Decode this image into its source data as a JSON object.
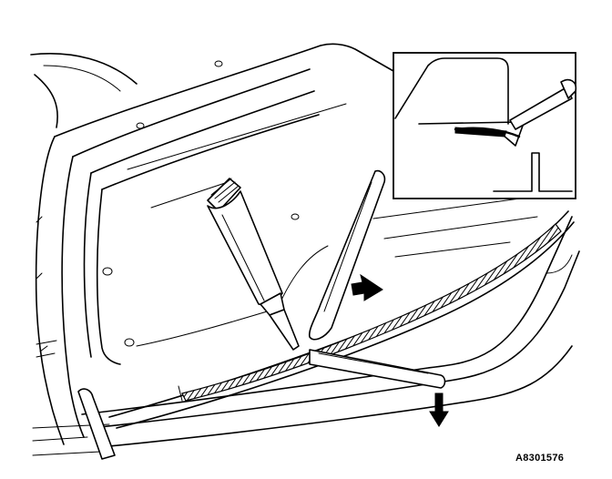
{
  "figure": {
    "reference_code": "A8301576"
  },
  "arrows": {
    "push_direction": "arrow-right",
    "pull_direction": "arrow-down"
  },
  "colors": {
    "ink": "#000000",
    "paper": "#ffffff"
  }
}
